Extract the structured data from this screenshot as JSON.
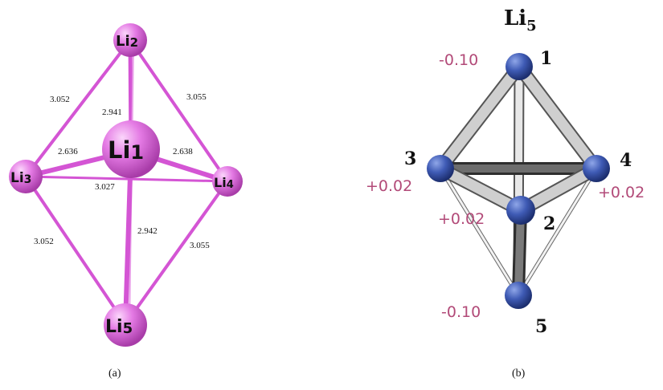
{
  "panel_a": {
    "caption": "(a)",
    "atoms": [
      {
        "id": "a1",
        "label": "Li",
        "sub": "1"
      },
      {
        "id": "a2",
        "label": "Li",
        "sub": "2"
      },
      {
        "id": "a3",
        "label": "Li",
        "sub": "3"
      },
      {
        "id": "a4",
        "label": "Li",
        "sub": "4"
      },
      {
        "id": "a5",
        "label": "Li",
        "sub": "5"
      }
    ],
    "bond_lengths": {
      "l2_3": "3.052",
      "l2_1": "2.941",
      "l2_4": "3.055",
      "l1_3": "2.636",
      "l1_4": "2.638",
      "l3_4": "3.027",
      "l3_5": "3.052",
      "l1_5": "2.942",
      "l4_5": "3.055"
    },
    "colors": {
      "atom": "#e070e0",
      "bond": "#d455d4"
    }
  },
  "panel_b": {
    "caption": "(b)",
    "title": "Li",
    "title_sub": "5",
    "atoms": [
      {
        "id": "b1",
        "number": "1",
        "charge": "-0.10"
      },
      {
        "id": "b2",
        "number": "2",
        "charge": "+0.02"
      },
      {
        "id": "b3",
        "number": "3",
        "charge": "+0.02"
      },
      {
        "id": "b4",
        "number": "4",
        "charge": "+0.02"
      },
      {
        "id": "b5",
        "number": "5",
        "charge": "-0.10"
      }
    ],
    "colors": {
      "atom": "#3b55a8",
      "bond_dark": "#555555",
      "bond_light": "#cfcfcf",
      "charge_text": "#b24a78"
    }
  }
}
